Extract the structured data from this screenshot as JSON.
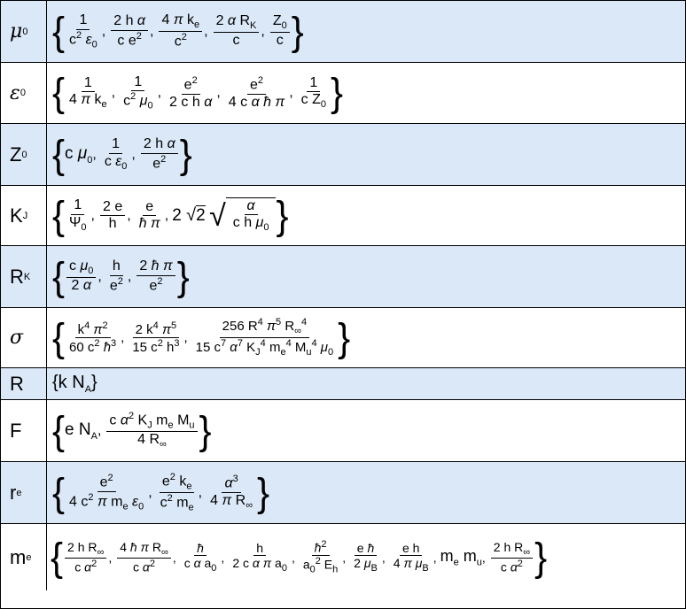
{
  "rows": [
    {
      "symbol": "μ0",
      "expression": "{1/(c^2 ε0), 2hα/(c e^2), 4πke/c^2, 2αRK/c, Z0/c}"
    },
    {
      "symbol": "ε0",
      "expression": "{1/(4πke), 1/(c^2 μ0), e^2/(2chα), e^2/(4cαħπ), 1/(cZ0)}"
    },
    {
      "symbol": "Z0",
      "expression": "{cμ0, 1/(cε0), 2hα/e^2}"
    },
    {
      "symbol": "KJ",
      "expression": "{1/Ψ0, 2e/h, e/(ħπ), 2√2 √(α/(chμ0))}"
    },
    {
      "symbol": "RK",
      "expression": "{cμ0/(2α), h/e^2, 2ħπ/e^2}"
    },
    {
      "symbol": "σ",
      "expression": "{k^4π^2/(60c^2ħ^3), 2k^4π^5/(15c^2h^3), 256R^4π^5R∞^4/(15c^7α^7KJ^4me^4Mu^4μ0)}"
    },
    {
      "symbol": "R",
      "expression": "{kNA}"
    },
    {
      "symbol": "F",
      "expression": "{eNA, cα^2KJmeMu/(4R∞)}"
    },
    {
      "symbol": "re",
      "expression": "{e^2/(4c^2πmeε0), e^2ke/(c^2me), α^3/(4πR∞)}"
    },
    {
      "symbol": "me",
      "expression": "{2hR∞/(cα^2), 4ħπR∞/(cα^2), ħ/(cαa0), h/(2cαπa0), ħ^2/(a0^2Eh), eħ/(2μB), eh/(4πμB), me mu, 2hR∞/(cα^2)}"
    }
  ]
}
